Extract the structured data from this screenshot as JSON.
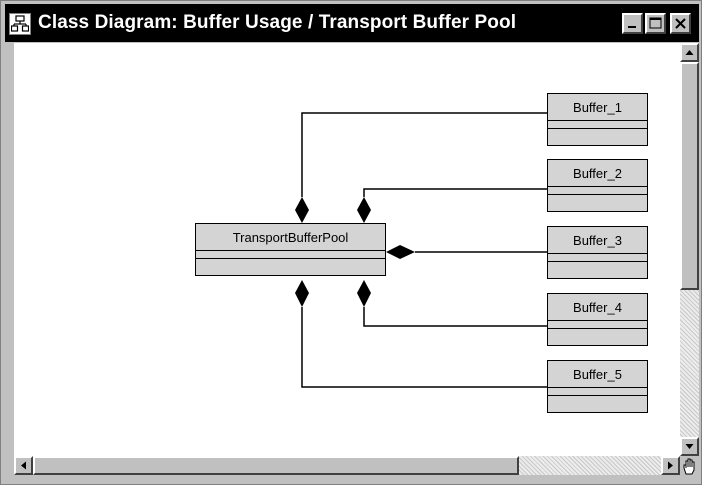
{
  "window": {
    "title": "Class Diagram: Buffer Usage / Transport Buffer Pool",
    "icon": "class-diagram-icon",
    "controls": [
      "minimize-icon",
      "maximize-icon",
      "close-icon"
    ]
  },
  "diagram": {
    "central_class": {
      "name": "TransportBufferPool"
    },
    "classes": [
      {
        "name": "Buffer_1"
      },
      {
        "name": "Buffer_2"
      },
      {
        "name": "Buffer_3"
      },
      {
        "name": "Buffer_4"
      },
      {
        "name": "Buffer_5"
      }
    ],
    "relationship": "composition"
  },
  "colors": {
    "titlebar": "#000000",
    "class_fill": "#d4d4d4",
    "canvas": "#ffffff",
    "chrome": "#c0c0c0"
  },
  "cursor": "hand-icon"
}
